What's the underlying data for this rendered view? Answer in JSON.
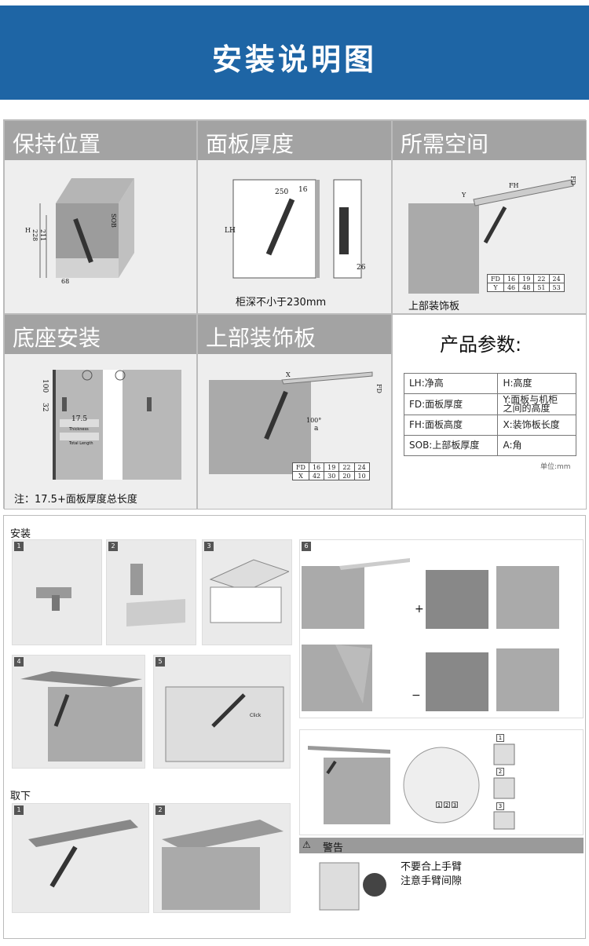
{
  "banner": {
    "title": "安装说明图"
  },
  "sections": {
    "hold": {
      "title": "保持位置",
      "dims": [
        "228",
        "211",
        "SOB",
        "H",
        "68"
      ]
    },
    "panel": {
      "title": "面板厚度",
      "dims": [
        "250",
        "16",
        "LH",
        "26"
      ],
      "caption": "柜深不小于230mm"
    },
    "space": {
      "title": "所需空间",
      "dims": [
        "FH",
        "FD",
        "Y"
      ],
      "caption": "上部装饰板",
      "table": [
        [
          "FD",
          "16",
          "19",
          "22",
          "24"
        ],
        [
          "Y",
          "46",
          "48",
          "51",
          "53"
        ]
      ]
    },
    "base": {
      "title": "底座安装",
      "dims": [
        "100",
        "32",
        "17.5",
        "Thickness",
        "Total Length"
      ],
      "caption": "注：17.5+面板厚度总长度"
    },
    "trim": {
      "title": "上部装饰板",
      "dims": [
        "X",
        "FD",
        "100°",
        "a"
      ],
      "table": [
        [
          "FD",
          "16",
          "19",
          "22",
          "24"
        ],
        [
          "X",
          "42",
          "30",
          "20",
          "10"
        ]
      ]
    },
    "params": {
      "title": "产品参数:",
      "rows": [
        [
          "LH:净高",
          "H:高度"
        ],
        [
          "FD:面板厚度",
          "Y:面板与机柜\n之间的高度"
        ],
        [
          "FH:面板高度",
          "X:装饰板长度"
        ],
        [
          "SOB:上部板厚度",
          "A:角"
        ]
      ],
      "unit": "单位:mm"
    }
  },
  "install": {
    "label": "安装",
    "steps": [
      "1",
      "2",
      "3",
      "4",
      "5",
      "6"
    ],
    "click": "Click",
    "plus": "+",
    "minus": "−",
    "hinge_nums": [
      "1",
      "2",
      "3"
    ],
    "side_nums": [
      "1",
      "2",
      "3"
    ]
  },
  "remove": {
    "label": "取下",
    "steps": [
      "1",
      "2"
    ]
  },
  "warning": {
    "title": "警告",
    "lines": [
      "不要合上手臂",
      "注意手臂间隙"
    ]
  },
  "colors": {
    "banner": "#1e65a5",
    "header": "#a3a3a3",
    "cell": "#eeeeee",
    "wood": "#9a9a9a"
  }
}
